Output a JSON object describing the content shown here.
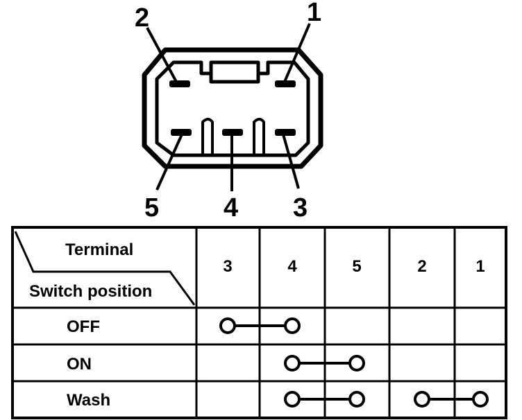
{
  "connector": {
    "pin_labels": {
      "p1": "1",
      "p2": "2",
      "p3": "3",
      "p4": "4",
      "p5": "5"
    }
  },
  "table": {
    "header_terminal": "Terminal",
    "header_switch_position": "Switch position",
    "columns": [
      "3",
      "4",
      "5",
      "2",
      "1"
    ],
    "rows": [
      {
        "label": "OFF",
        "connections": [
          [
            0,
            1
          ]
        ]
      },
      {
        "label": "ON",
        "connections": [
          [
            1,
            2
          ]
        ]
      },
      {
        "label": "Wash",
        "connections": [
          [
            1,
            2
          ],
          [
            3,
            4
          ]
        ]
      }
    ]
  },
  "colors": {
    "ink": "#000000",
    "paper": "#ffffff"
  }
}
